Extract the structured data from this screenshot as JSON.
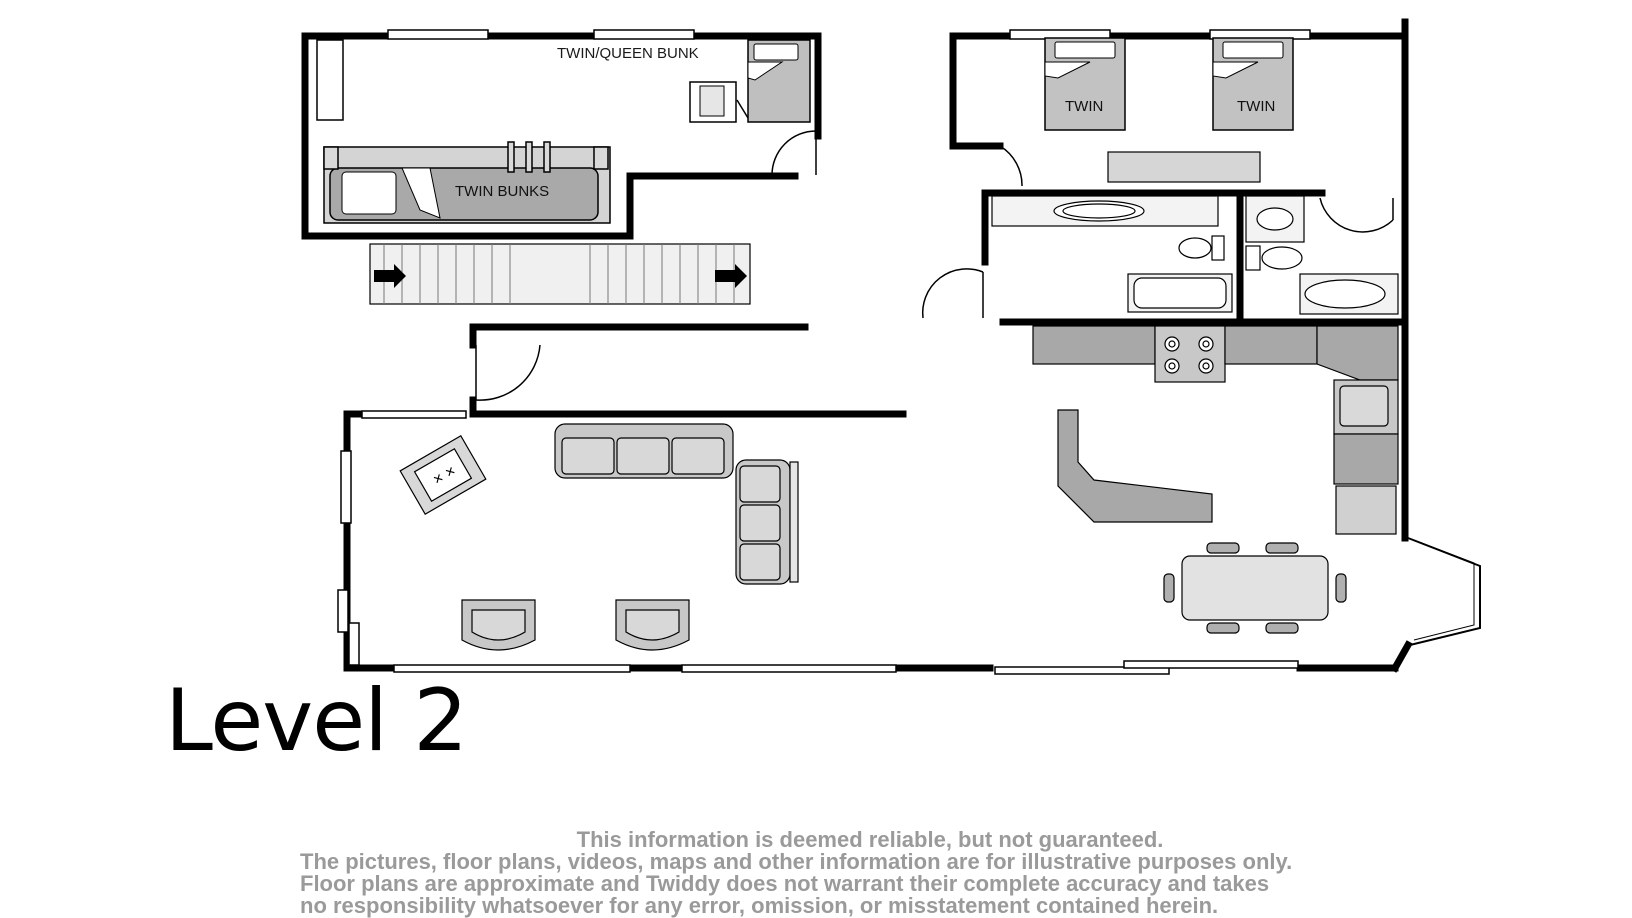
{
  "plan": {
    "labels": {
      "twin_queen_bunk": "TWIN/QUEEN BUNK",
      "twin_bunks": "TWIN BUNKS",
      "twin_1": "TWIN",
      "twin_2": "TWIN"
    }
  },
  "level_title": "Level 2",
  "disclaimer": {
    "line1": "This information is deemed reliable, but not guaranteed.",
    "line2": "The pictures, floor plans, videos, maps and other information are for illustrative purposes only.",
    "line3": "Floor plans are approximate and Twiddy does not warrant their complete accuracy and takes",
    "line4": "no responsibility whatsoever for any error, omission, or misstatement contained herein."
  },
  "colors": {
    "wall": "#000000",
    "furniture_fill": "#c8c8c8",
    "furniture_dark": "#9a9a9a",
    "disclaimer_text": "#9a9a9a"
  }
}
